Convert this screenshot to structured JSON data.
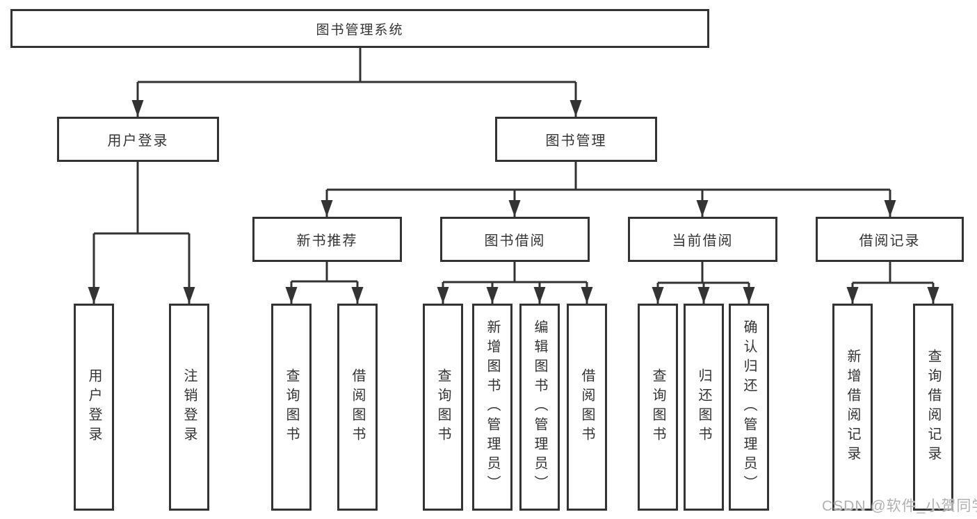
{
  "colors": {
    "line": "#333333",
    "text": "#333333",
    "watermark": "#b0b0b0",
    "background": "#ffffff"
  },
  "tree": {
    "root": {
      "label": "图书管理系统"
    },
    "branches": [
      {
        "label": "用户登录",
        "leaves": [
          {
            "label": "用户登录"
          },
          {
            "label": "注销登录"
          }
        ]
      },
      {
        "label": "图书管理",
        "groups": [
          {
            "label": "新书推荐",
            "leaves": [
              {
                "label": "查询图书"
              },
              {
                "label": "借阅图书"
              }
            ]
          },
          {
            "label": "图书借阅",
            "leaves": [
              {
                "label": "查询图书"
              },
              {
                "label": "新增图书（管理员）"
              },
              {
                "label": "编辑图书（管理员）"
              },
              {
                "label": "借阅图书"
              }
            ]
          },
          {
            "label": "当前借阅",
            "leaves": [
              {
                "label": "查询图书"
              },
              {
                "label": "归还图书"
              },
              {
                "label": "确认归还（管理员）"
              }
            ]
          },
          {
            "label": "借阅记录",
            "leaves": [
              {
                "label": "新增借阅记录"
              },
              {
                "label": "查询借阅记录"
              }
            ]
          }
        ]
      }
    ]
  },
  "watermark": {
    "text": "CSDN @软件_小贺同学"
  }
}
